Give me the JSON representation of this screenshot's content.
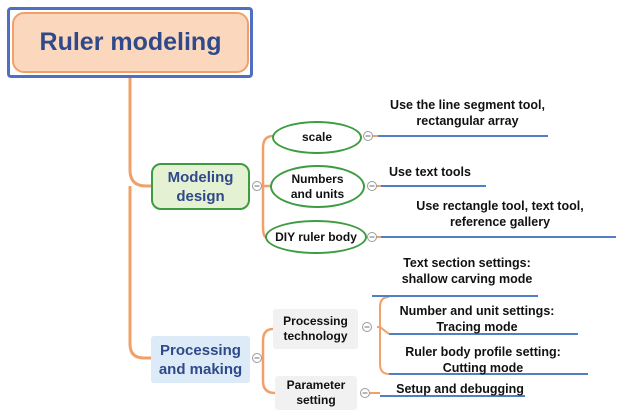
{
  "root": {
    "label": "Ruler modeling"
  },
  "branches": [
    {
      "label": "Modeling\ndesign",
      "children": [
        {
          "label": "scale",
          "note": "Use the line segment tool,\nrectangular array"
        },
        {
          "label": "Numbers\nand units",
          "note": "Use text tools"
        },
        {
          "label": "DIY ruler body",
          "note": "Use rectangle tool, text tool,\nreference gallery"
        }
      ]
    },
    {
      "label": "Processing\nand making",
      "children": [
        {
          "label": "Processing\ntechnology",
          "notes": [
            "Text section settings:\nshallow carving mode",
            "Number and unit settings:\nTracing mode",
            "Ruler body profile setting:\nCutting mode"
          ]
        },
        {
          "label": "Parameter\nsetting",
          "note": "Setup and debugging"
        }
      ]
    }
  ],
  "colors": {
    "connector_orange": "#f1a06a",
    "underline_blue": "#4f7fc4",
    "root_fill": "#fbd7bd",
    "root_frame": "#4f6fc4",
    "modeling_fill": "#e5f1d3",
    "modeling_border": "#3d9c41",
    "processing_fill": "#ddeaf7",
    "title_text": "#2f4a8a"
  },
  "icons": {
    "collapse": "minus-circle-icon"
  }
}
